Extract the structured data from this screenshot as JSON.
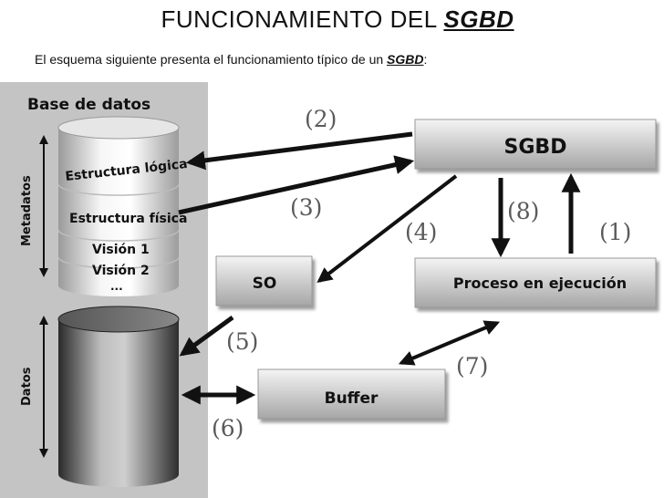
{
  "header": {
    "title_prefix": "FUNCIONAMIENTO DEL ",
    "title_emphasis": "SGBD",
    "subtitle_prefix": "El esquema siguiente presenta el funcionamiento típico de un ",
    "subtitle_emphasis": "SGBD",
    "subtitle_suffix": ":"
  },
  "diagram": {
    "db_title": "Base de datos",
    "side_labels": {
      "metadata": "Metadatos",
      "data": "Datos"
    },
    "cylinder_labels": [
      "Estructura lógica",
      "Estructura física",
      "Visión 1",
      "Visión 2",
      "..."
    ],
    "boxes": {
      "sgbd": "SGBD",
      "so": "SO",
      "process": "Proceso en ejecución",
      "buffer": "Buffer"
    },
    "step_labels": {
      "s1": "(1)",
      "s2": "(2)",
      "s3": "(3)",
      "s4": "(4)",
      "s5": "(5)",
      "s6": "(6)",
      "s7": "(7)",
      "s8": "(8)"
    }
  },
  "colors": {
    "panel": "#c4c4c4",
    "box_gradient_light": "#f2f2f2",
    "box_gradient_dark": "#a8a8a8",
    "arrow": "#111111",
    "step_label": "#5a5a5a"
  }
}
